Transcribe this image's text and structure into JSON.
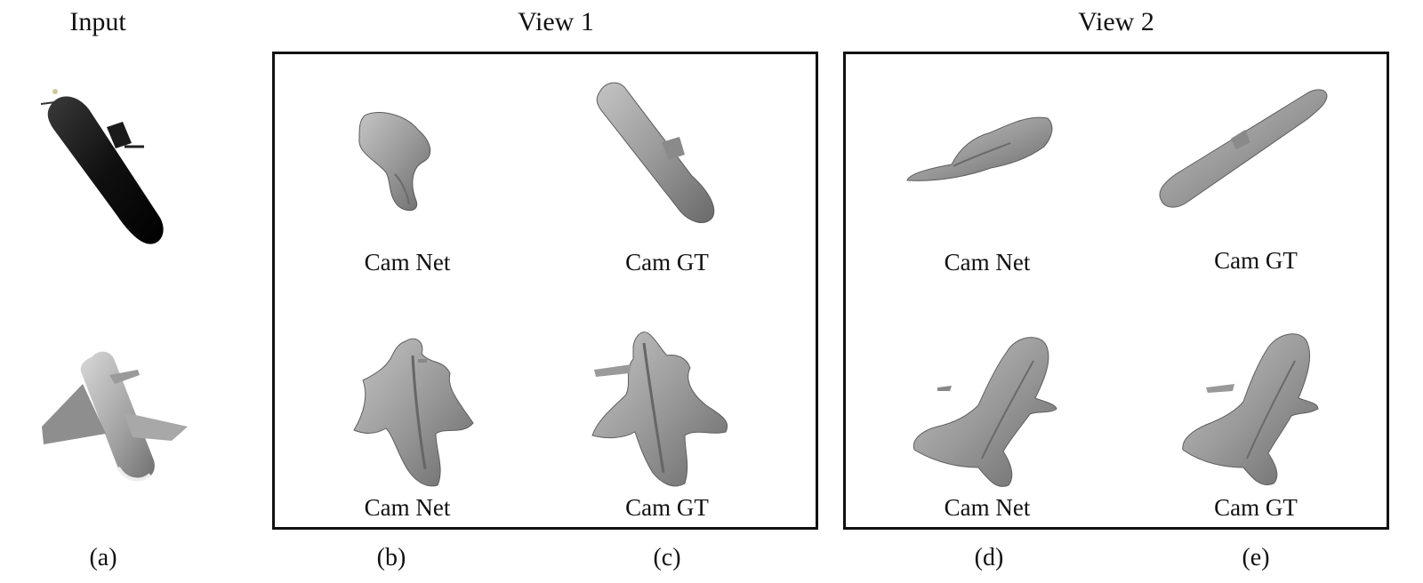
{
  "headers": {
    "input": "Input",
    "view1": "View 1",
    "view2": "View 2"
  },
  "captions": {
    "b_top": "Cam Net",
    "c_top": "Cam GT",
    "d_top": "Cam Net",
    "e_top": "Cam GT",
    "b_bot": "Cam Net",
    "c_bot": "Cam GT",
    "d_bot": "Cam Net",
    "e_bot": "Cam GT"
  },
  "sublabels": {
    "a": "(a)",
    "b": "(b)",
    "c": "(c)",
    "d": "(d)",
    "e": "(e)"
  },
  "colors": {
    "mesh": "#9c9c9c",
    "mesh_dark": "#6e6e6e",
    "submarine": "#141414",
    "frame": "#111111"
  }
}
